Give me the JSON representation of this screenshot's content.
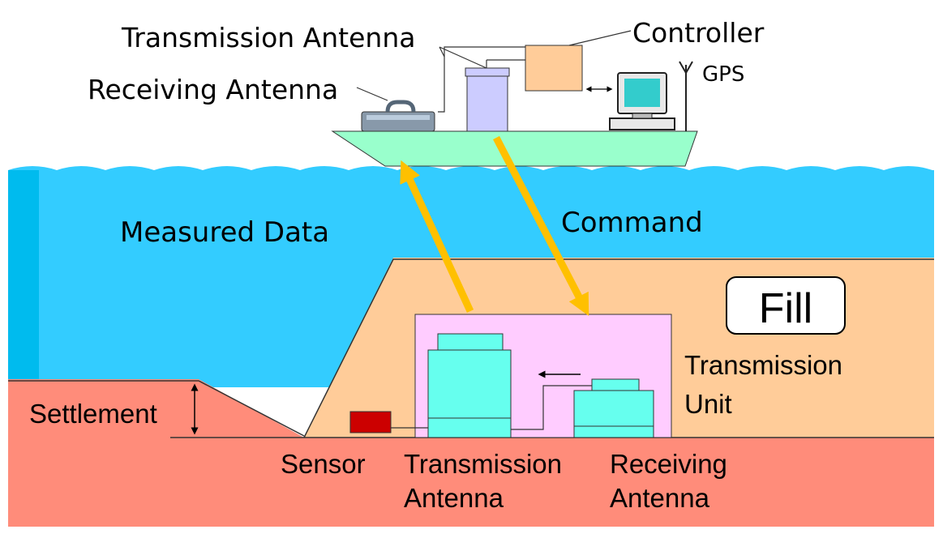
{
  "ship": {
    "transmission_antenna_label": "Transmission Antenna",
    "controller_label": "Controller",
    "receiving_antenna_label": "Receiving Antenna",
    "gps_label": "GPS"
  },
  "water": {
    "measured_data_label": "Measured Data",
    "command_label": "Command"
  },
  "fill": {
    "fill_label": "Fill",
    "transmission_unit_line1": "Transmission",
    "transmission_unit_line2": "Unit"
  },
  "seabed": {
    "settlement_label": "Settlement",
    "sensor_label": "Sensor",
    "transmission_antenna_line1": "Transmission",
    "transmission_antenna_line2": "Antenna",
    "receiving_antenna_line1": "Receiving",
    "receiving_antenna_line2": "Antenna"
  },
  "colors": {
    "water": "#33ccff",
    "water_edge": "#00bbee",
    "fill": "#ffcc99",
    "seabed": "#ff8c7a",
    "ship_hull": "#99ffcc",
    "controller": "#ffcc99",
    "antenna_ship": "#ccccff",
    "unit_box": "#ffccff",
    "unit_antenna": "#66ffee",
    "sensor": "#cc0000",
    "arrow": "#ffc000"
  }
}
